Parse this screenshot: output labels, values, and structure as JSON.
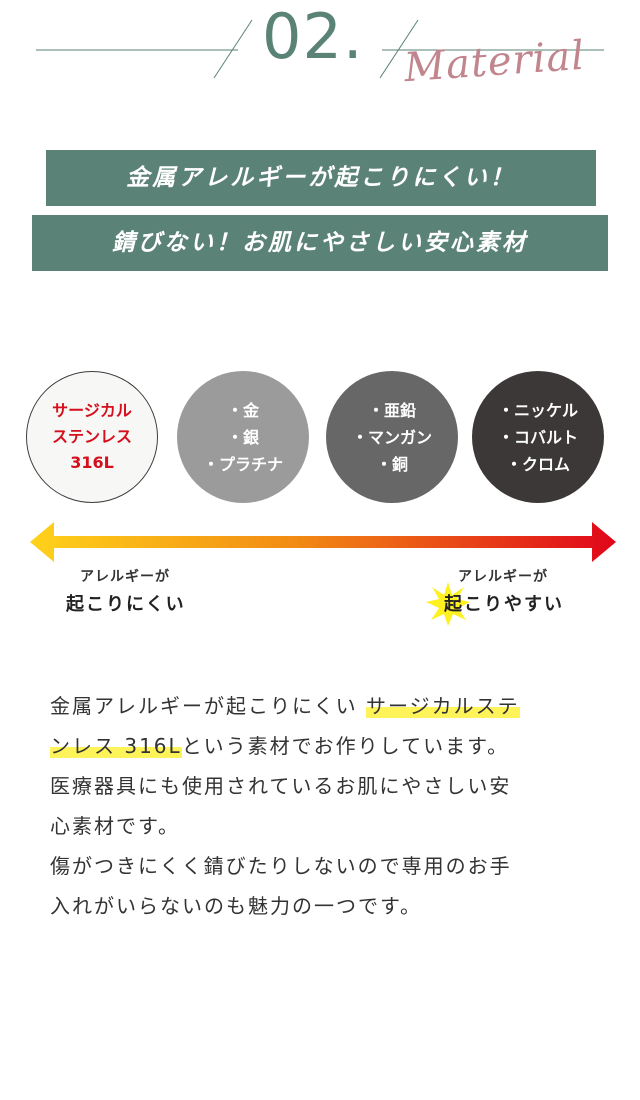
{
  "header": {
    "number": "02.",
    "word": "Material"
  },
  "banners": {
    "line1": "金属アレルギーが起こりにくい！",
    "line2": "錆びない！お肌にやさしい安心素材"
  },
  "circles": [
    {
      "lines": [
        "サージカル",
        "ステンレス",
        "316L"
      ]
    },
    {
      "lines": [
        "・金",
        "・銀",
        "・プラチナ"
      ]
    },
    {
      "lines": [
        "・亜鉛",
        "・マンガン",
        "・銅"
      ]
    },
    {
      "lines": [
        "・ニッケル",
        "・コバルト",
        "・クロム"
      ]
    }
  ],
  "scale": {
    "left_small": "アレルギーが",
    "left_big": "起こりにくい",
    "right_small": "アレルギーが",
    "right_big": "起こりやすい"
  },
  "body": {
    "p1_a": "金属アレルギーが起こりにくい ",
    "p1_hl1": "サージカルステ",
    "p1_hl2": "ンレス 316L",
    "p1_b": "という素材でお作りしています。",
    "p2_line1": "医療器具にも使用されているお肌にやさしい安",
    "p2_line2": "心素材です。",
    "p3_line1": "傷がつきにくく錆びたりしないので専用のお手",
    "p3_line2": "入れがいらないのも魅力の一つです。"
  },
  "colors": {
    "accent": "#5a8276",
    "script": "#c0858d",
    "highlight": "#fff35a",
    "alert": "#d60f1d"
  }
}
